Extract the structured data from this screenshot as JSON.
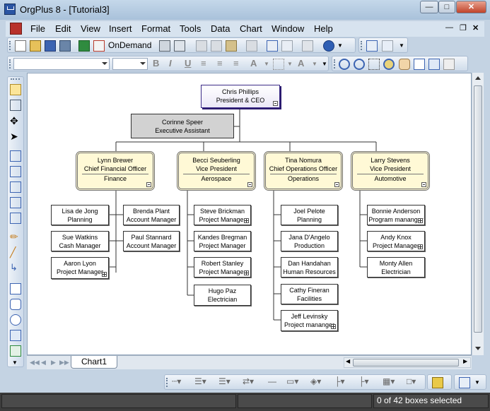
{
  "window": {
    "title": "OrgPlus 8 - [Tutorial3]",
    "controls": [
      "minimize-icon",
      "maximize-icon",
      "close-icon"
    ]
  },
  "menu": {
    "items": [
      "File",
      "Edit",
      "View",
      "Insert",
      "Format",
      "Tools",
      "Data",
      "Chart",
      "Window",
      "Help"
    ]
  },
  "toolbar": {
    "ondemand_label": "OnDemand",
    "font_name": "",
    "font_size": ""
  },
  "tabs": {
    "active": "Chart1"
  },
  "status": {
    "text": "0 of 42 boxes selected"
  },
  "org": {
    "ceo": {
      "name": "Chris  Phillips",
      "title": "President & CEO"
    },
    "assistant": {
      "name": "Corinne  Speer",
      "title": "Executive Assistant"
    },
    "vps": [
      {
        "name": "Lynn  Brewer",
        "title": "Chief Financial Officer",
        "dept": "Finance"
      },
      {
        "name": "Becci  Seuberling",
        "title": "Vice President",
        "dept": "Aerospace"
      },
      {
        "name": "Tina  Nomura",
        "title": "Chief Operations Officer",
        "dept": "Operations"
      },
      {
        "name": "Larry  Stevens",
        "title": "Vice President",
        "dept": "Automotive"
      }
    ],
    "finance_left": [
      {
        "name": "Lisa de Jong",
        "title": "Planning"
      },
      {
        "name": "Sue  Watkins",
        "title": "Cash Manager"
      },
      {
        "name": "Aaron  Lyon",
        "title": "Project Manager"
      }
    ],
    "finance_right": [
      {
        "name": "Brenda  Plant",
        "title": "Account Manager"
      },
      {
        "name": "Paul  Stannard",
        "title": "Account Manager"
      }
    ],
    "aerospace": [
      {
        "name": "Steve  Brickman",
        "title": "Project Manager"
      },
      {
        "name": "Kandes  Bregman",
        "title": "Project Manager"
      },
      {
        "name": "Robert  Stanley",
        "title": "Project Manager"
      },
      {
        "name": "Hugo  Paz",
        "title": "Electrician"
      }
    ],
    "operations": [
      {
        "name": "Joel  Pelote",
        "title": "Planning"
      },
      {
        "name": "Jana  D'Angelo",
        "title": "Production"
      },
      {
        "name": "Dan  Handahan",
        "title": "Human Resources"
      },
      {
        "name": "Cathy  Fineran",
        "title": "Facilities"
      },
      {
        "name": "Jeff  Levinsky",
        "title": "Project mananger"
      }
    ],
    "automotive": [
      {
        "name": "Bonnie  Anderson",
        "title": "Program mananger"
      },
      {
        "name": "Andy  Knox",
        "title": "Project Manager"
      },
      {
        "name": "Monty  Allen",
        "title": "Electrician"
      }
    ]
  }
}
